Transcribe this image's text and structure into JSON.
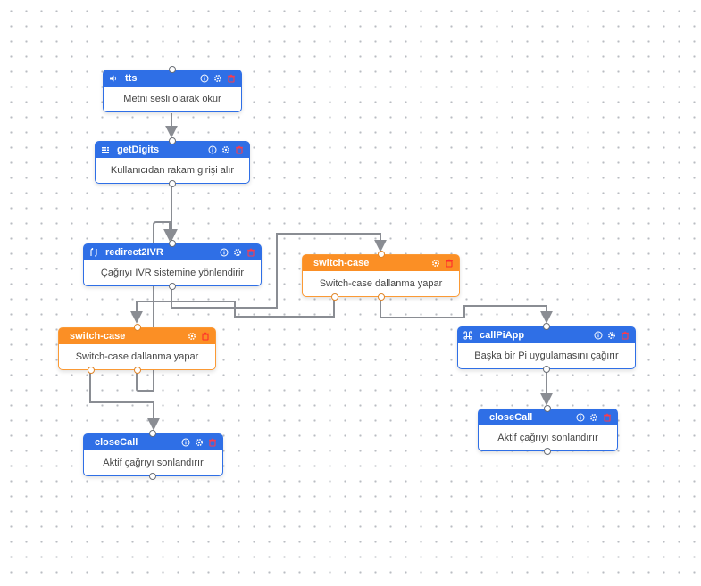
{
  "nodes": {
    "tts": {
      "title": "tts",
      "description": "Metni sesli olarak okur",
      "icon": "speaker-icon",
      "color": "#2f6fe6"
    },
    "getDigits": {
      "title": "getDigits",
      "description": "Kullanıcıdan rakam girişi alır",
      "icon": "keypad-icon",
      "color": "#2f6fe6"
    },
    "redirect2IVR": {
      "title": "redirect2IVR",
      "description": "Çağrıyı IVR sistemine yönlendirir",
      "icon": "redirect-icon",
      "color": "#2f6fe6"
    },
    "switchCaseRight": {
      "title": "switch-case",
      "description": "Switch-case dallanma yapar",
      "color": "#fb8f25"
    },
    "switchCaseLeft": {
      "title": "switch-case",
      "description": "Switch-case dallanma yapar",
      "color": "#fb8f25"
    },
    "callPiApp": {
      "title": "callPiApp",
      "description": "Başka bir Pi uygulamasını çağırır",
      "icon": "command-icon",
      "color": "#2f6fe6"
    },
    "closeCallLeft": {
      "title": "closeCall",
      "description": "Aktif çağrıyı sonlandırır",
      "color": "#2f6fe6"
    },
    "closeCallRight": {
      "title": "closeCall",
      "description": "Aktif çağrıyı sonlandırır",
      "color": "#2f6fe6"
    }
  },
  "edge_color": "#8a8d93"
}
